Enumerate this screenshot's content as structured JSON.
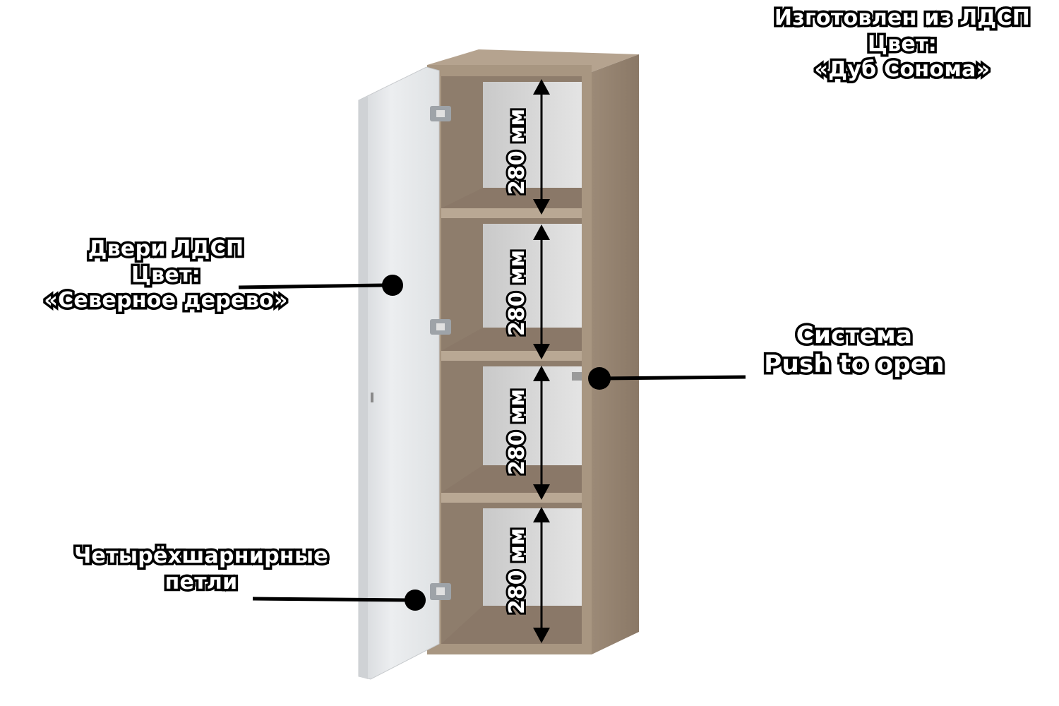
{
  "labels": {
    "material": [
      "Изготовлен из ЛДСП",
      "Цвет:",
      "«Дуб Сонома»"
    ],
    "doors": [
      "Двери ЛДСП",
      "Цвет:",
      "«Северное дерево»"
    ],
    "push": [
      "Система",
      "Push to open"
    ],
    "hinges": [
      "Четырёхшарнирные",
      "петли"
    ]
  },
  "dimensions": [
    "280 мм",
    "280 мм",
    "280 мм",
    "280 мм"
  ],
  "colors": {
    "carcass": "#a4927f",
    "carcass_dark": "#7f6f60",
    "interior_back": "#d8d8d8",
    "door": "#e3e5e7",
    "outline": "#000000",
    "text": "#ffffff"
  }
}
